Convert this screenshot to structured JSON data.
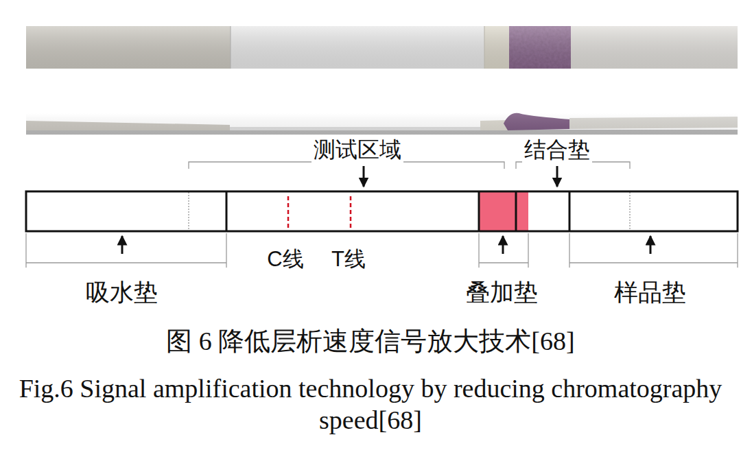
{
  "diagram": {
    "caption": "图 6 降低层析速度信号放大技术[68]",
    "labels": [
      "测试区域",
      "结合垫",
      "C线",
      "T线",
      "吸水垫",
      "叠加垫",
      "样品垫",
      "Fig.6 Signal amplification technology by reducing chromatography speed[68]"
    ]
  }
}
